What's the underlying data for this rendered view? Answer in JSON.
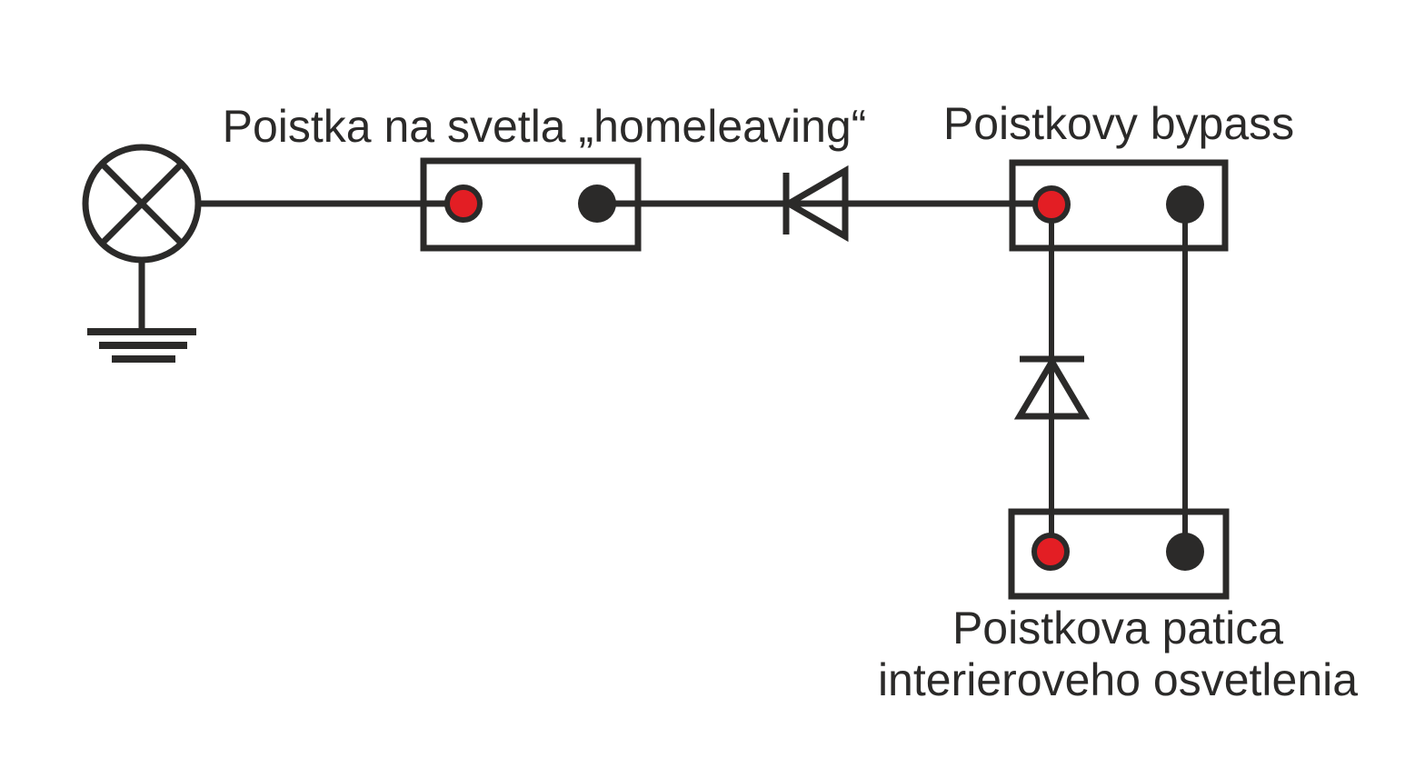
{
  "title": "Fuse bypass wiring diagram",
  "colors": {
    "ink": "#2b2a29",
    "red": "#e31e24",
    "background": "#ffffff"
  },
  "labels": {
    "fuse_homeleaving": "Poistka na svetla „homeleaving“",
    "bypass": "Poistkovy bypass",
    "fuse_socket_line1": "Poistkova patica",
    "fuse_socket_line2": "interieroveho osvetlenia"
  },
  "components": [
    {
      "type": "lamp",
      "name": "lamp",
      "connected_to": "ground"
    },
    {
      "type": "ground",
      "name": "ground"
    },
    {
      "type": "fuse-box",
      "name": "fuse-homeleaving",
      "label_key": "fuse_homeleaving",
      "terminals": [
        "red",
        "black"
      ]
    },
    {
      "type": "diode",
      "name": "diode-horizontal",
      "orientation": "pointing-left"
    },
    {
      "type": "fuse-box",
      "name": "fuse-bypass",
      "label_key": "bypass",
      "terminals": [
        "red",
        "black"
      ]
    },
    {
      "type": "diode",
      "name": "diode-vertical",
      "orientation": "pointing-up"
    },
    {
      "type": "fuse-box",
      "name": "fuse-socket-interior-lighting",
      "label_key": "fuse_socket_line1 + fuse_socket_line2",
      "terminals": [
        "red",
        "black"
      ]
    }
  ]
}
